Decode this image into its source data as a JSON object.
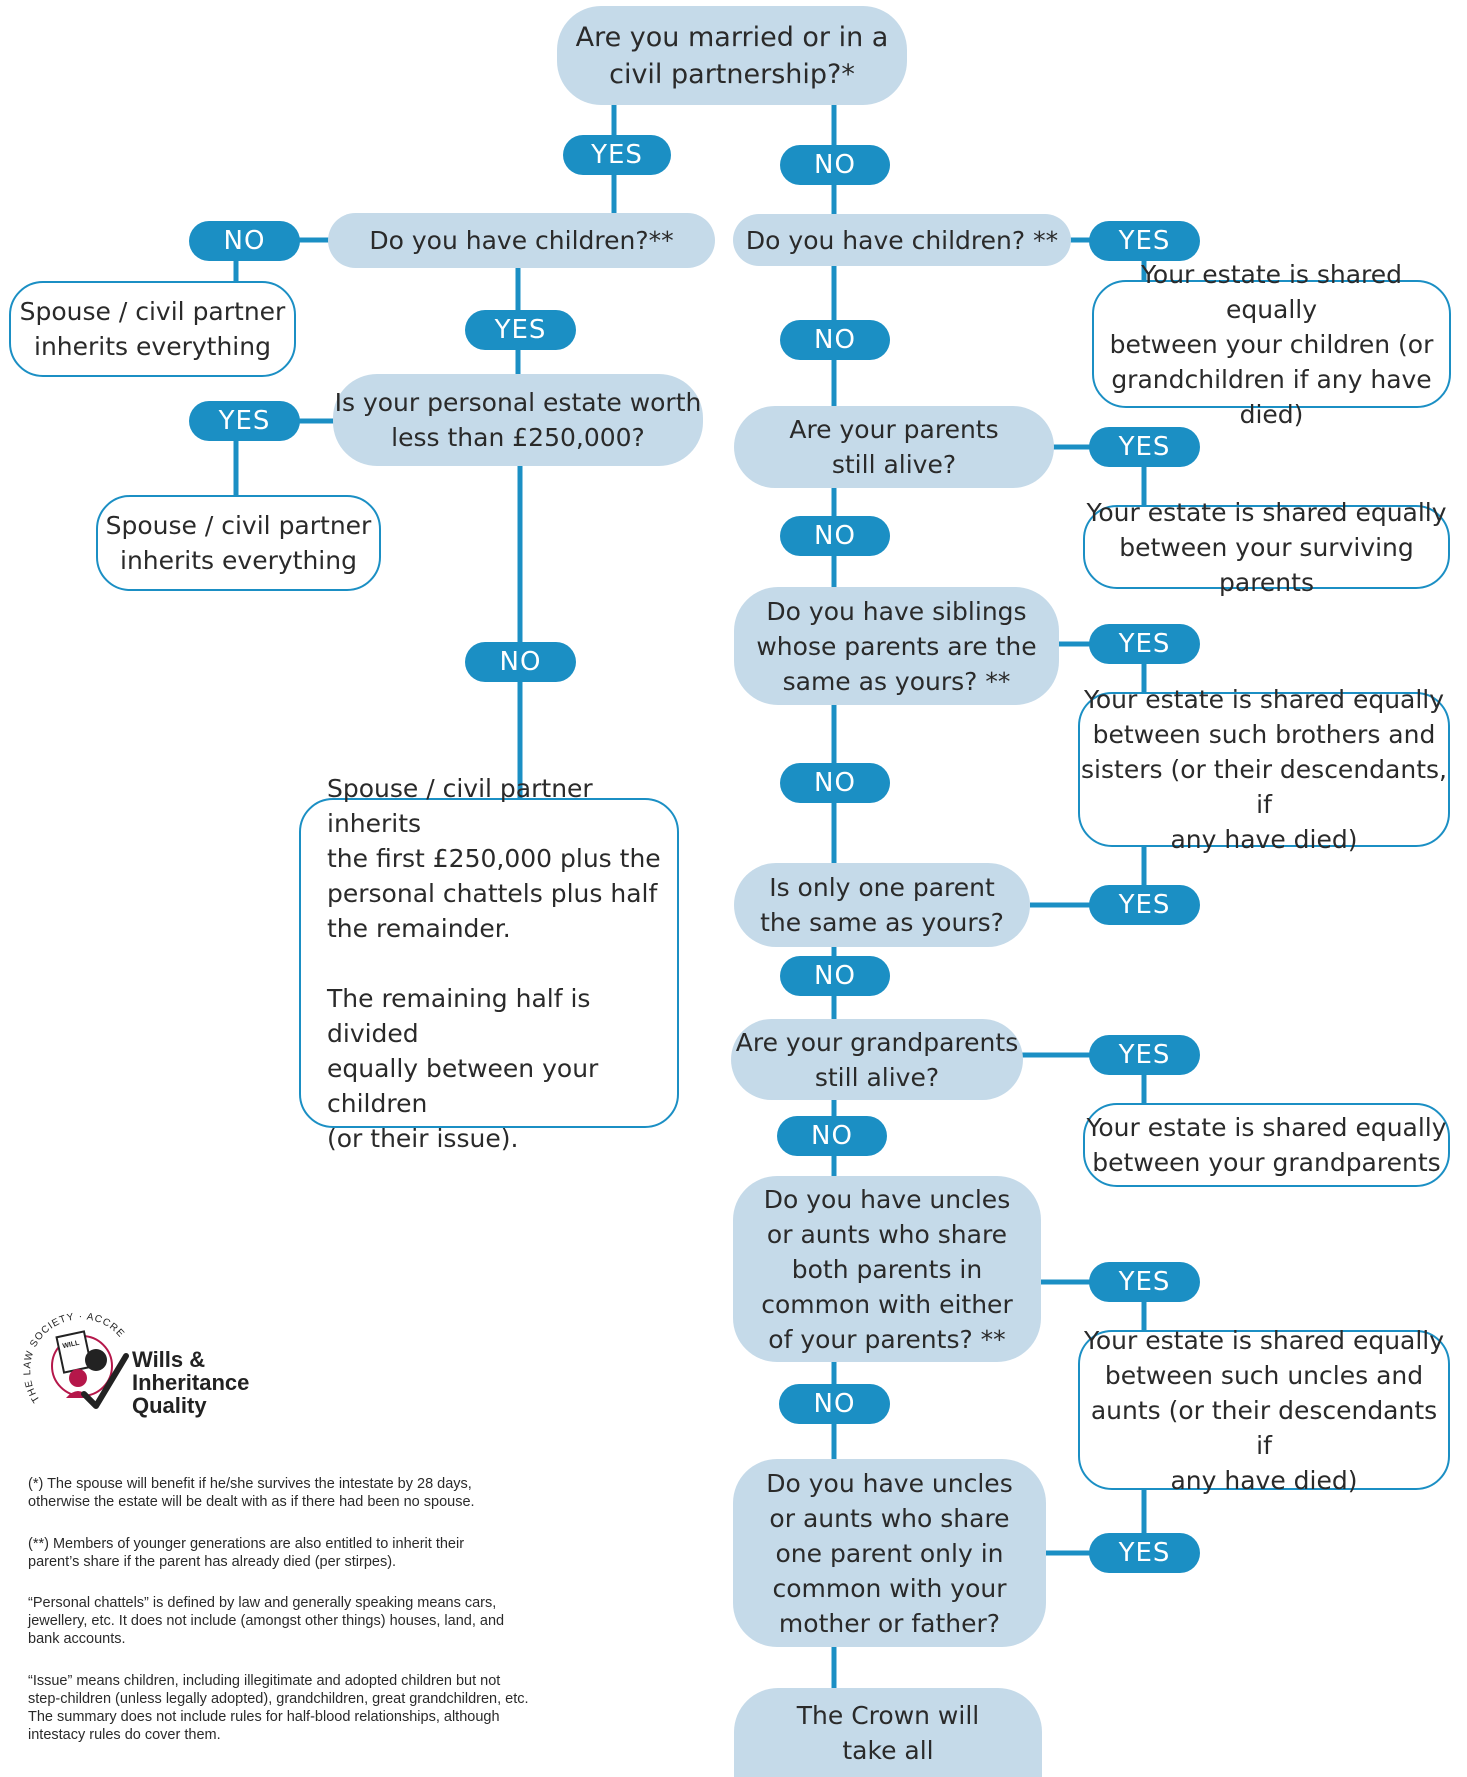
{
  "questions": {
    "married": "Are you married or in a\ncivil partnership?*",
    "children_married": "Do you have children?**",
    "estate_value": "Is your personal estate worth\nless than £250,000?",
    "children_unmarried": "Do you have children? **",
    "parents_alive": "Are your parents\nstill alive?",
    "siblings": "Do you have siblings\nwhose parents are the\nsame as yours? **",
    "one_parent": "Is only one parent\nthe same as yours?",
    "grandparents": "Are your grandparents\nstill alive?",
    "uncles_both": "Do you have uncles\nor aunts who share\nboth parents in\ncommon with either\nof your parents? **",
    "uncles_one": "Do you have uncles\nor aunts who share\none parent only in\ncommon with your\nmother or father?",
    "crown": "The Crown will\ntake all"
  },
  "labels": {
    "yes": "YES",
    "no": "NO"
  },
  "outcomes": {
    "spouse_all_1": "Spouse / civil partner\ninherits everything",
    "spouse_all_2": "Spouse / civil partner\ninherits everything",
    "spouse_split": "Spouse / civil partner inherits\nthe first £250,000 plus the\npersonal chattels plus half\nthe remainder.\n\nThe remaining half is divided\nequally between your children\n(or their issue).",
    "children_share": "Your estate is shared equally\nbetween your children (or\ngrandchildren if any have died)",
    "parents_share": "Your estate is shared equally\nbetween your surviving parents",
    "siblings_share": "Your estate is shared equally\nbetween such brothers and\nsisters (or their descendants, if\nany have died)",
    "grandparents_share": "Your estate is shared equally\nbetween your grandparents",
    "uncles_share": "Your estate is shared equally\nbetween such uncles and\naunts (or their descendants if\nany have died)"
  },
  "logo": {
    "ring_text": "THE LAW SOCIETY · ACCREDITED",
    "badge_text": "WILL",
    "name_lines": [
      "Wills &",
      "Inheritance",
      "Quality"
    ]
  },
  "notes": [
    "(*) The spouse will benefit if he/she survives the intestate by 28 days,\notherwise the estate will be dealt with as if there had been no spouse.",
    "(**) Members of younger generations are also entitled to inherit their\nparent’s share if the parent has already died (per stirpes).",
    "“Personal chattels” is defined by law and generally speaking means cars,\njewellery, etc. It does not include (amongst other things) houses, land, and\nbank accounts.",
    "“Issue” means children, including illegitimate and adopted children but not\nstep-children (unless legally adopted), grandchildren, great grandchildren, etc.\nThe summary does not include rules for half-blood relationships, although\nintestacy rules do cover them."
  ],
  "colors": {
    "connector": "#1b8fc4",
    "pill": "#1b8fc4",
    "question_fill": "#c5dae9",
    "outcome_border": "#1b8fc4",
    "logo_red": "#b5174a"
  }
}
